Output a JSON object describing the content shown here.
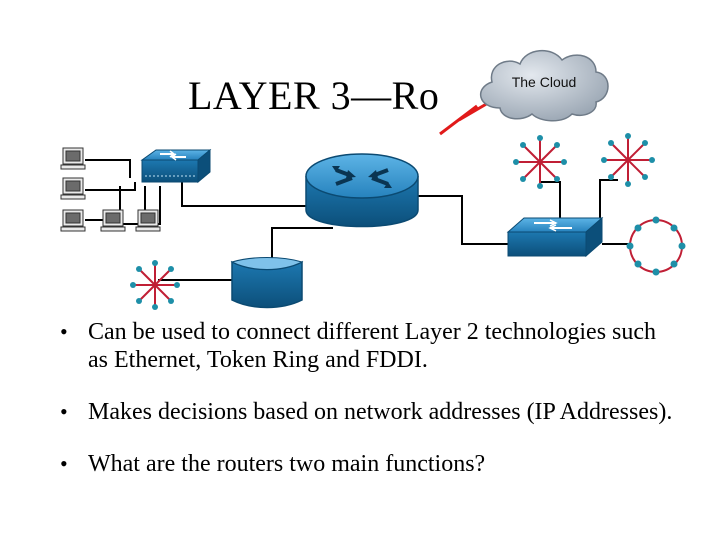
{
  "slide": {
    "title": "LAYER 3—Ro",
    "cloud_label": "The Cloud",
    "bullets": [
      "Can be used to connect different Layer 2 technologies such as Ethernet, Token Ring and FDDI.",
      "Makes decisions based on network addresses (IP Addresses).",
      "What are the routers two main functions?"
    ]
  },
  "colors": {
    "device_blue": "#1f7fb5",
    "device_dark": "#0d5d8c",
    "link_red": "#e11a1a",
    "node_teal": "#1e8fa8",
    "cloud_gray": "#a8b2bd"
  }
}
